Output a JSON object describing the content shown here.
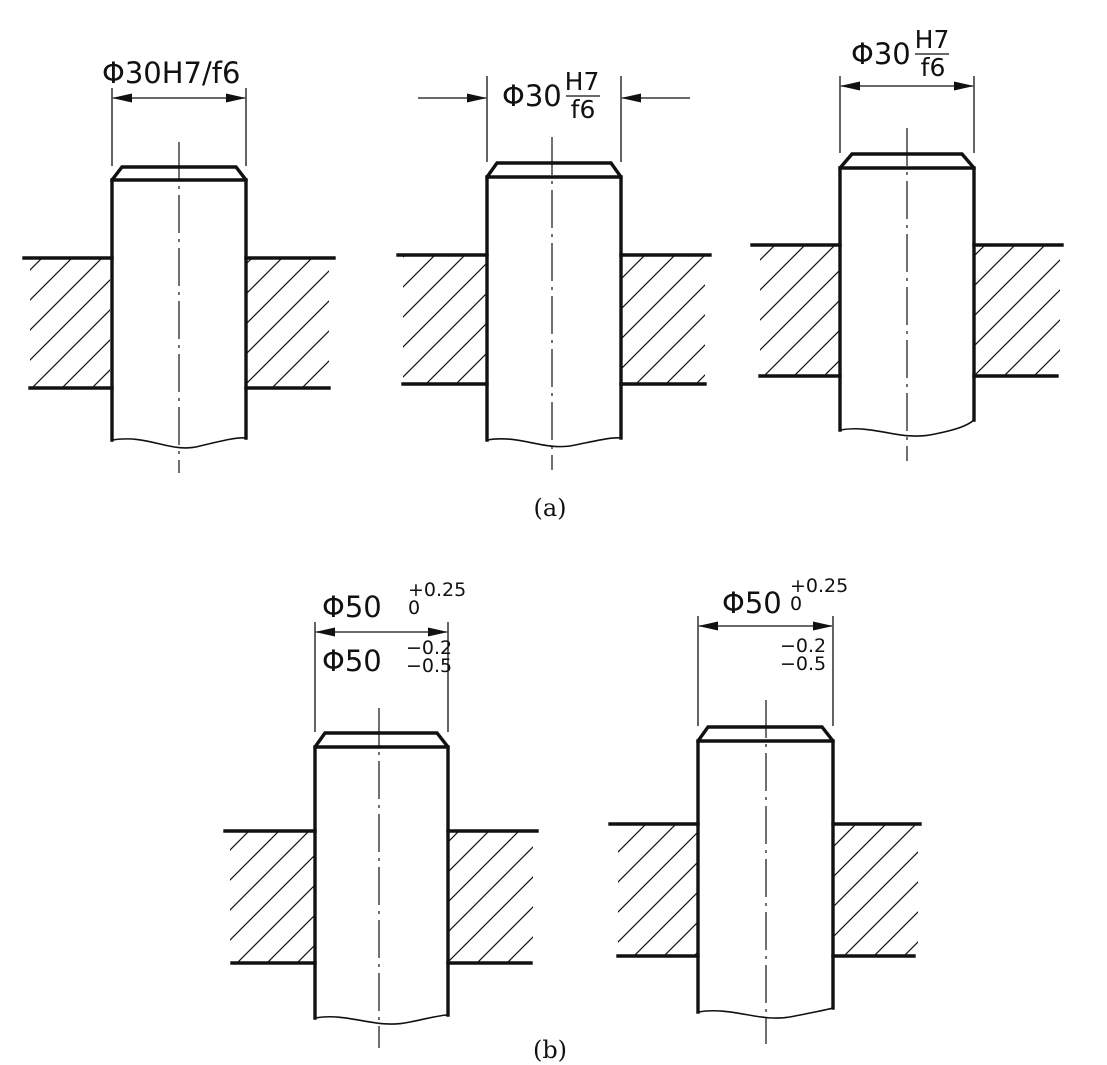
{
  "figure_a": {
    "caption": "(a)",
    "callout_1": {
      "diameter": "Φ30",
      "fit": "H7/f6"
    },
    "callout_2": {
      "diameter": "Φ30",
      "hole": "H7",
      "shaft": "f6"
    },
    "callout_3": {
      "diameter": "Φ30",
      "hole": "H7",
      "shaft": "f6"
    }
  },
  "figure_b": {
    "caption": "(b)",
    "callout_1": {
      "hole_diameter": "Φ50",
      "hole_upper": "+0.25",
      "hole_lower": "0",
      "shaft_diameter": "Φ50",
      "shaft_upper": "−0.2",
      "shaft_lower": "−0.5"
    },
    "callout_2": {
      "hole_diameter": "Φ50",
      "hole_upper": "+0.25",
      "hole_lower": "0",
      "shaft_upper": "−0.2",
      "shaft_lower": "−0.5"
    }
  }
}
